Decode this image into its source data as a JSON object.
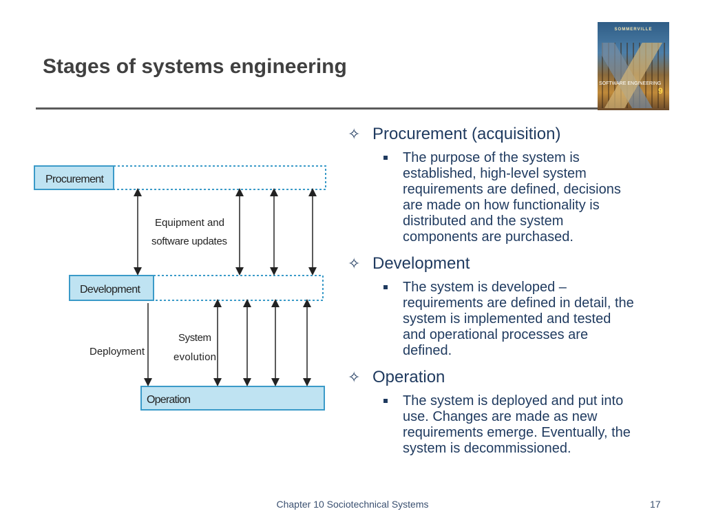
{
  "title": "Stages of systems engineering",
  "cover": {
    "author": "SOMMERVILLE",
    "title": "SOFTWARE ENGINEERING",
    "edition": "9"
  },
  "diagram": {
    "stages": [
      "Procurement",
      "Development",
      "Operation"
    ],
    "labels": {
      "equipment_line1": "Equipment and",
      "equipment_line2": "software updates",
      "deployment": "Deployment",
      "evolution_line1": "System",
      "evolution_line2": "evolution"
    }
  },
  "bullets": [
    {
      "heading": "Procurement (acquisition)",
      "lines": [
        "The purpose of the system is",
        "established, high-level system",
        "requirements are defined, decisions",
        "are made on how functionality is",
        "distributed and the system",
        "components are purchased."
      ]
    },
    {
      "heading": "Development",
      "lines": [
        "The system is developed –",
        "requirements are defined in detail, the",
        "system is implemented and tested",
        "and operational processes are",
        "defined."
      ]
    },
    {
      "heading": "Operation",
      "lines": [
        "The system is deployed and put into",
        "use. Changes are made as new",
        "requirements emerge. Eventually, the",
        "system is decommissioned."
      ]
    }
  ],
  "footer": {
    "text": "Chapter 10 Sociotechnical Systems",
    "page": "17"
  },
  "colors": {
    "title": "#404040",
    "body": "#1f3a5f",
    "box_fill": "#bfe3f2",
    "box_border": "#3a9ac8"
  },
  "icons": {
    "heading_bullet": "four-pointed-star-outline",
    "sub_bullet": "filled-square"
  }
}
